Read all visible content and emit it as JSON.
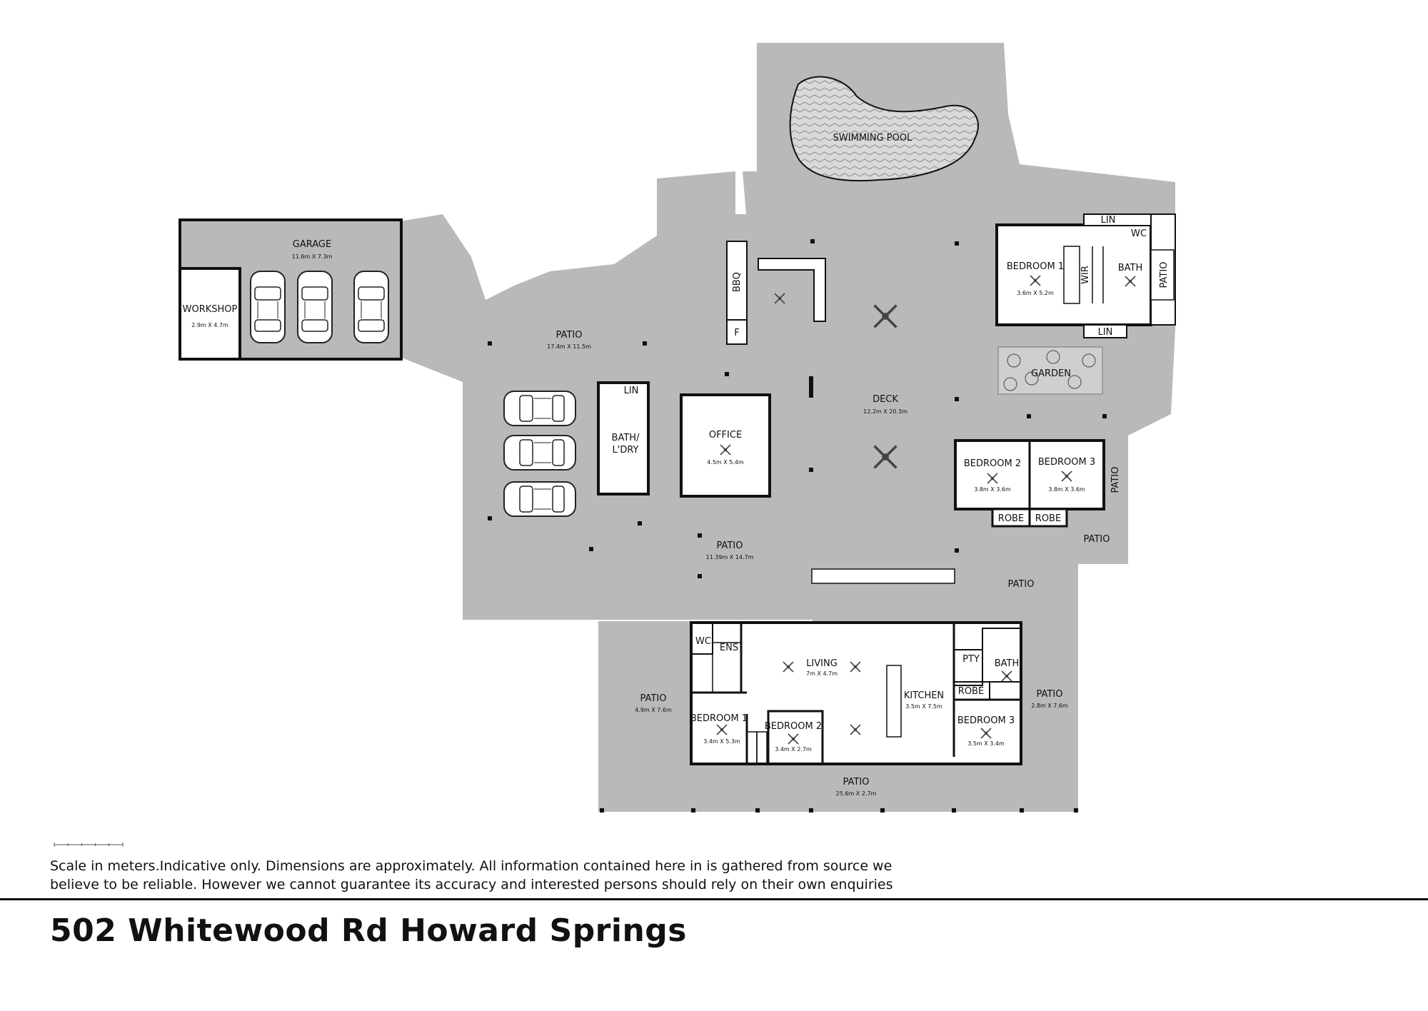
{
  "property": {
    "address": "502 Whitewood Rd Howard Springs",
    "disclaimer_line1": "Scale in meters.Indicative only. Dimensions are approximately. All information contained here in is gathered from source we",
    "disclaimer_line2": "believe to be reliable. However we cannot guarantee its accuracy and interested persons should rely on their own enquiries"
  },
  "scale_ticks": [
    "0",
    "1",
    "2",
    "3",
    "4",
    "5"
  ],
  "colors": {
    "outdoor": "#b9b9b9",
    "walls": "#111111",
    "rooms": "#ffffff",
    "pool": "#d9d9d9"
  },
  "labels": {
    "pool": "SWIMMING POOL",
    "garage": "GARAGE",
    "garage_dim": "11.6m X 7.3m",
    "workshop": "WORKSHOP",
    "workshop_dim": "2.9m X 4.7m",
    "patio_north": "PATIO",
    "patio_north_dim": "17.4m X 11.5m",
    "bbq": "BBQ",
    "fridge": "F",
    "deck": "DECK",
    "deck_dim": "12.2m X 20.3m",
    "office": "OFFICE",
    "office_dim": "4.5m X 5.4m",
    "bath_ldry_1": "BATH/",
    "bath_ldry_2": "L'DRY",
    "lin": "LIN",
    "patio_mid": "PATIO",
    "patio_mid_dim": "11.39m X 14.7m",
    "cottage_bed1": "BEDROOM 1",
    "cottage_bed1_dim": "3.6m X 5.2m",
    "wir": "WIR",
    "cottage_bath": "BATH",
    "cottage_wc": "WC",
    "cottage_lin_top": "LIN",
    "cottage_lin_bottom": "LIN",
    "patio_cottage": "PATIO",
    "garden": "GARDEN",
    "cabin_bed2": "BEDROOM 2",
    "cabin_bed2_dim": "3.8m X 3.6m",
    "cabin_bed3": "BEDROOM 3",
    "cabin_bed3_dim": "3.8m X 3.6m",
    "robe": "ROBE",
    "patio_cabin_side": "PATIO",
    "patio_cabin_south": "PATIO",
    "patio_centre": "PATIO",
    "house_wc": "WC",
    "house_ens": "ENS",
    "house_living": "LIVING",
    "house_living_dim": "7m X 4.7m",
    "house_kitchen": "KITCHEN",
    "house_kitchen_dim": "3.5m X 7.5m",
    "house_pty": "PTY",
    "house_bath": "BATH",
    "house_robe": "ROBE",
    "house_bed1": "BEDROOM 1",
    "house_bed1_dim": "3.4m X 5.3m",
    "house_bed2": "BEDROOM 2",
    "house_bed2_dim": "3.4m X 2.7m",
    "house_bed3": "BEDROOM 3",
    "house_bed3_dim": "3.5m X 3.4m",
    "patio_west": "PATIO",
    "patio_west_dim": "4.9m X 7.6m",
    "patio_east": "PATIO",
    "patio_east_dim": "2.8m X 7.6m",
    "patio_south": "PATIO",
    "patio_south_dim": "25.6m X 2.7m"
  }
}
